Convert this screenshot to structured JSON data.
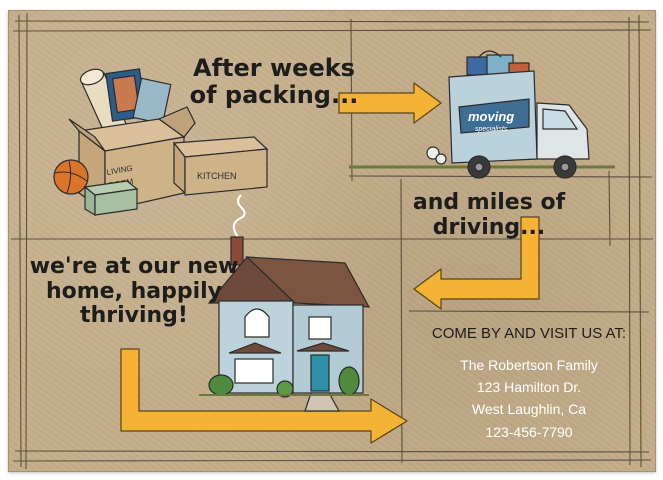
{
  "headline": {
    "part1": "After weeks of packing...",
    "part2": "and miles of driving...",
    "part3": "we're at our new home, happily thriving!"
  },
  "boxes": {
    "living_room_label": "LIVING ROOM",
    "kitchen_label": "KITCHEN"
  },
  "truck": {
    "brand_line1": "moving",
    "brand_line2": "specialists"
  },
  "visit": {
    "heading": "COME BY AND VISIT US AT:",
    "name": "The Robertson Family",
    "street": "123 Hamilton Dr.",
    "city": "West Laughlin, Ca",
    "phone": "123-456-7790"
  },
  "colors": {
    "kraft_background": "#c4ad8a",
    "arrow": "#f5b335",
    "sketch_line": "#2b2b2b",
    "text_dark": "#1d1d1b",
    "address_text": "#ffffff"
  }
}
